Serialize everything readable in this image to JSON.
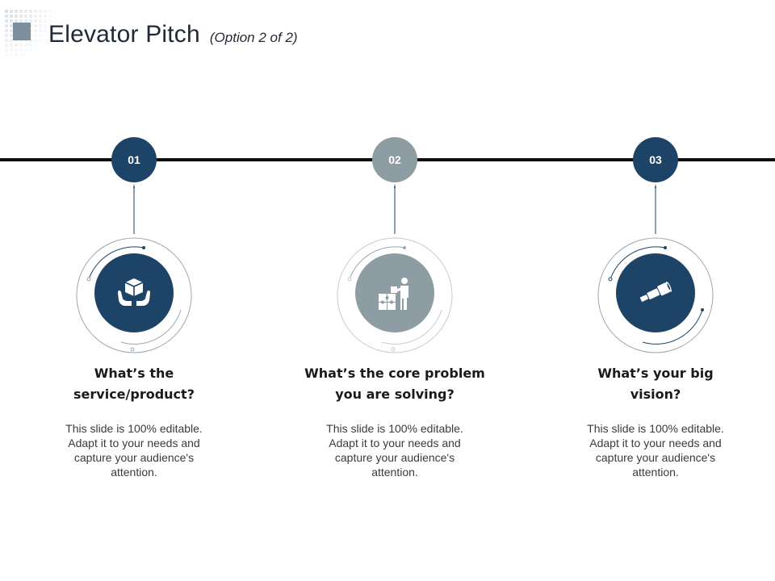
{
  "header": {
    "title": "Elevator Pitch",
    "subtitle": "(Option 2 of 2)",
    "logo_icon": "dot-grid-logo-icon"
  },
  "colors": {
    "navy": "#1d4366",
    "gray": "#8e9ca3",
    "line": "#0e0e0e",
    "ring": "#9aa7b2"
  },
  "steps": [
    {
      "number": "01",
      "icon": "hands-holding-box-icon",
      "heading_line1": "What’s the",
      "heading_line2": "service/product?",
      "body": "This slide is 100% editable. Adapt it to your needs and capture your audience's attention."
    },
    {
      "number": "02",
      "icon": "person-puzzle-icon",
      "heading_line1": "What’s the core problem",
      "heading_line2": "you are solving?",
      "body": "This slide is 100% editable. Adapt it to your needs and capture your audience's attention."
    },
    {
      "number": "03",
      "icon": "telescope-icon",
      "heading_line1": "What’s your big",
      "heading_line2": "vision?",
      "body": "This slide is 100% editable. Adapt it to your needs and capture your audience's attention."
    }
  ]
}
